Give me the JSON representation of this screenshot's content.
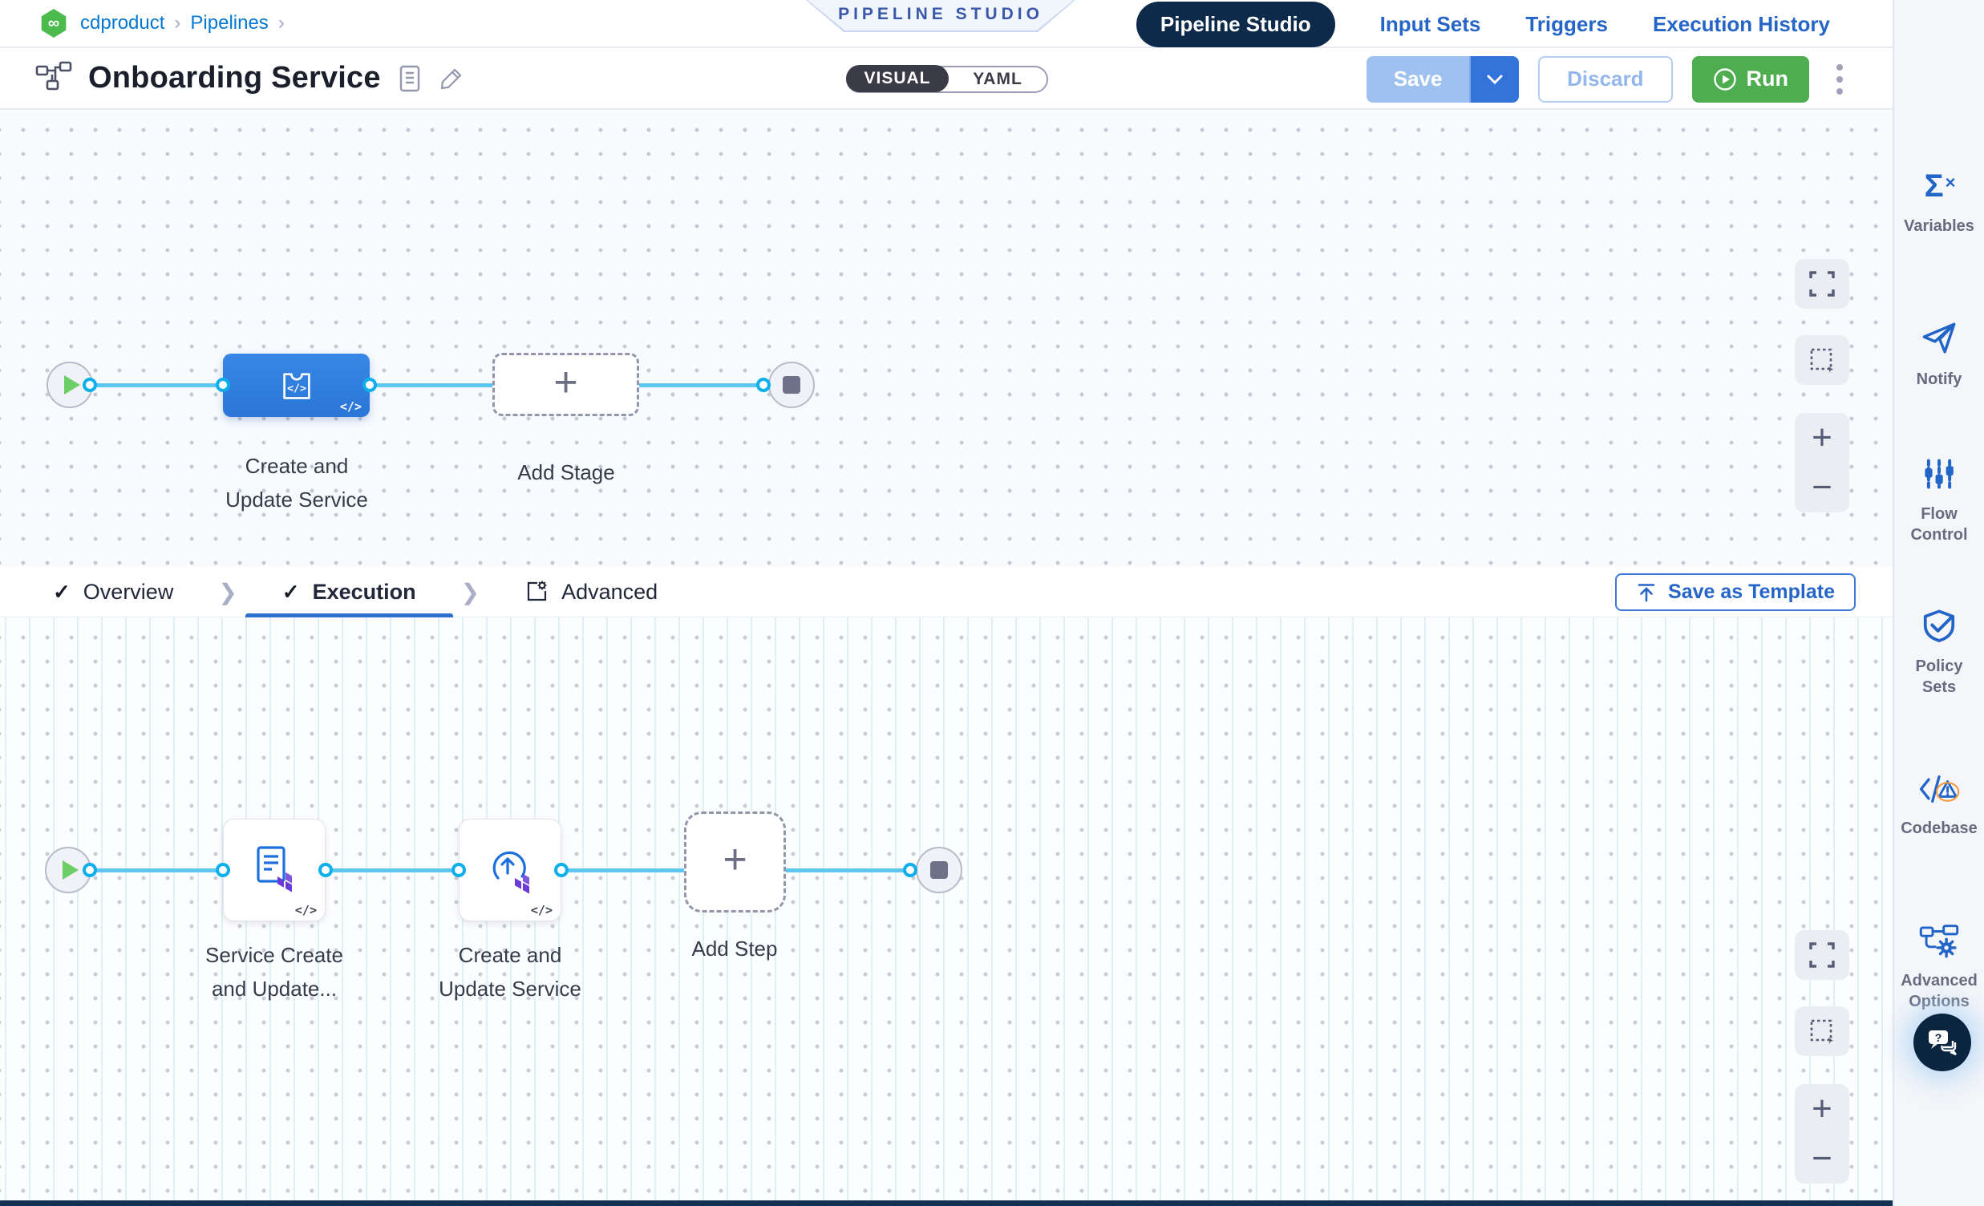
{
  "breadcrumb": {
    "project": "cdproduct",
    "section": "Pipelines"
  },
  "banner": "PIPELINE STUDIO",
  "nav": {
    "pipeline_studio": "Pipeline Studio",
    "input_sets": "Input Sets",
    "triggers": "Triggers",
    "execution_history": "Execution History"
  },
  "toolbar": {
    "title": "Onboarding Service",
    "visual": "VISUAL",
    "yaml": "YAML",
    "save": "Save",
    "discard": "Discard",
    "run": "Run"
  },
  "pipeline": {
    "stage_label_l1": "Create and",
    "stage_label_l2": "Update Service",
    "add_stage": "Add Stage"
  },
  "stage_tabs": {
    "overview": "Overview",
    "execution": "Execution",
    "advanced": "Advanced",
    "save_as_template": "Save as Template"
  },
  "execution": {
    "step1_l1": "Service Create",
    "step1_l2": "and Update...",
    "step2_l1": "Create and",
    "step2_l2": "Update Service",
    "add_step": "Add Step"
  },
  "sidebar": {
    "variables": "Variables",
    "notify": "Notify",
    "flow_control": "Flow Control",
    "policy_sets": "Policy Sets",
    "codebase": "Codebase",
    "advanced_options": "Advanced Options"
  },
  "icons": {
    "plus": "+",
    "code_badge": "</>",
    "check": "✓",
    "chevron_sep": "❯",
    "crumb_sep": "›",
    "sigma": "Σ",
    "sigma_x": "×",
    "logo_glyph": "∞",
    "zoom_in": "+",
    "zoom_out": "−"
  },
  "colors": {
    "accent_blue": "#2f6fd2",
    "link_blue": "#0278d5",
    "navy_pill": "#0d2a4a",
    "stage_blue": "#2f80e1",
    "connector_blue": "#5ec7f1",
    "run_green": "#4ead4f",
    "logo_green": "#4bbb4e"
  }
}
